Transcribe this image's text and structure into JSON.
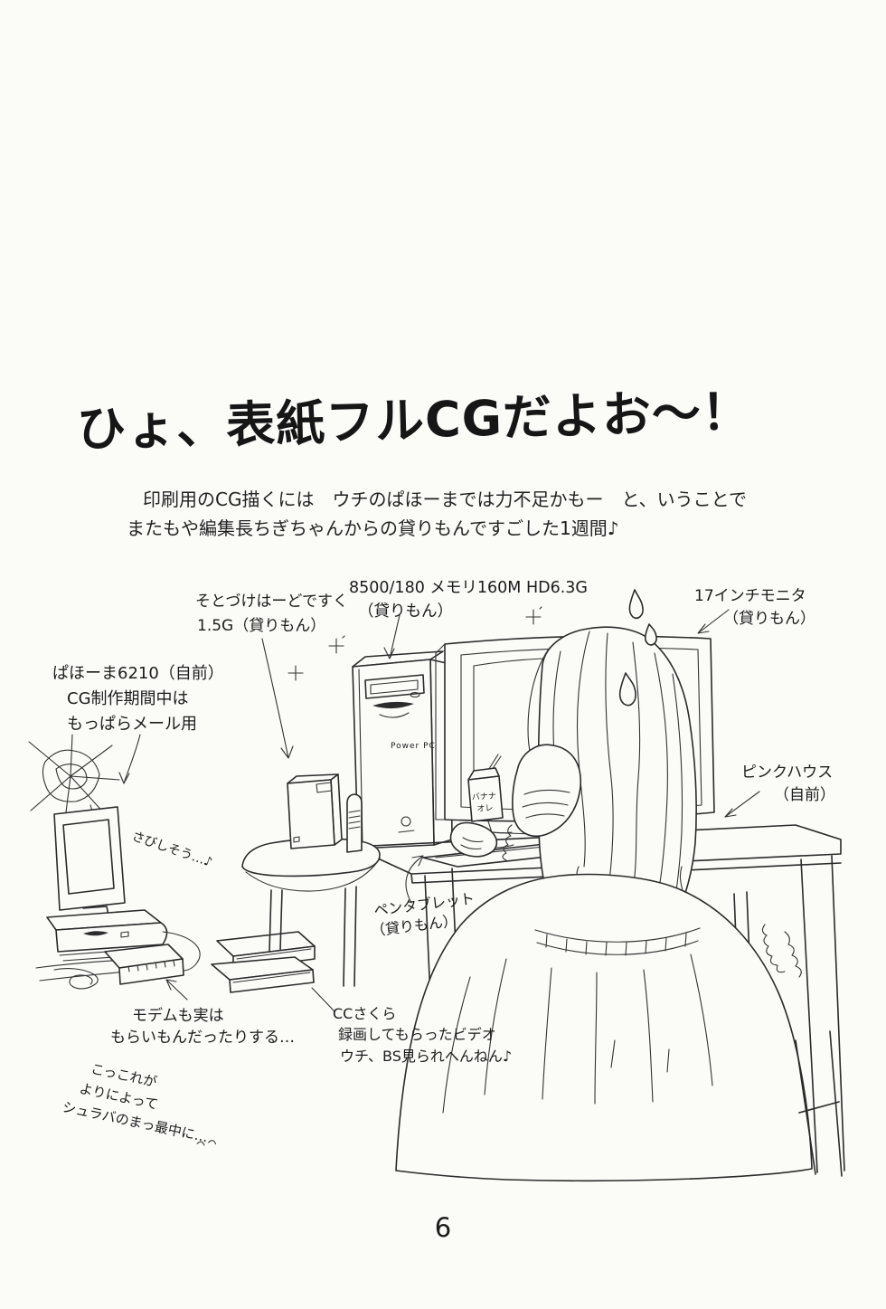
{
  "page": {
    "title": "ひょ、表紙フルCGだよお〜！",
    "intro_line1": "印刷用のCG描くには　ウチのぱほーまでは力不足かもー　と、いうことで",
    "intro_line2": "またもや編集長ちぎちゃんからの貸りもんですごした1週間♪",
    "page_number": "6"
  },
  "labels": {
    "ext_hdd": {
      "lines": [
        "そとづけはーどですく",
        "1.5G（貸りもん）"
      ]
    },
    "tower": {
      "lines": [
        "8500/180 メモリ160M HD6.3G",
        "（貸りもん）"
      ]
    },
    "monitor_17inch": {
      "lines": [
        "17インチモニタ",
        "（貸りもん）"
      ]
    },
    "performa": {
      "lines": [
        "ぱほーま6210（自前）",
        "CG制作期間中は",
        "もっぱらメール用"
      ]
    },
    "pink_house": {
      "lines": [
        "ピンクハウス",
        "（自前）"
      ]
    },
    "lonely": {
      "lines": [
        "さびしそう…♪"
      ]
    },
    "pen_tablet": {
      "lines": [
        "ペンタブレット",
        "（貸りもん）"
      ]
    },
    "modem": {
      "lines": [
        "モデムも実は",
        "もらいもんだったりする…"
      ]
    },
    "cc_sakura": {
      "lines": [
        "CCさくら",
        "録画してもらったビデオ",
        "ウチ、BS見られへんねん♪"
      ]
    },
    "crunch": {
      "lines": [
        "こっこれが",
        "よりによって",
        "シュラバのまっ最中に…"
      ]
    },
    "drink_box": {
      "lines": [
        "バナナ",
        "オレ"
      ]
    },
    "tower_brand": "Power PC"
  },
  "colors": {
    "ink": "#2b2b2b",
    "paper": "#fbfbf8"
  }
}
